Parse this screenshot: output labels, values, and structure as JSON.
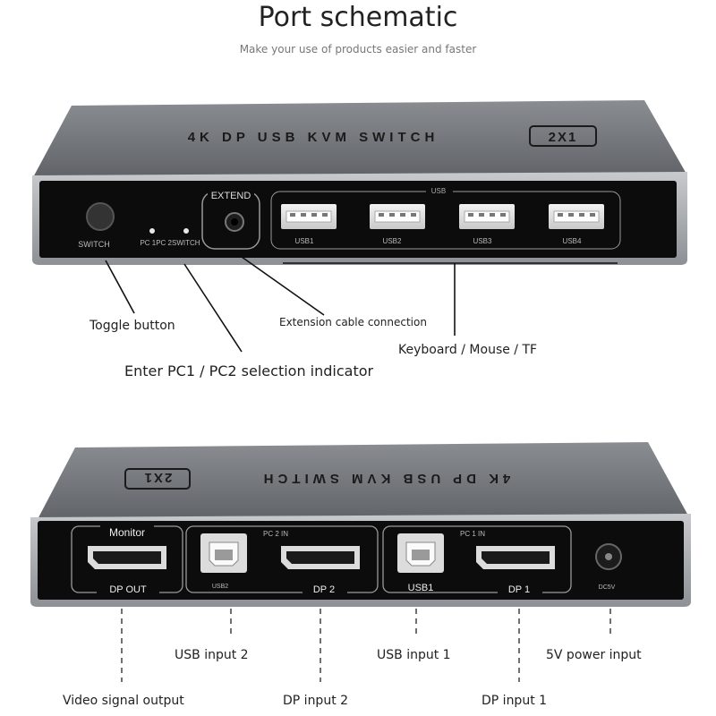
{
  "header": {
    "title": "Port schematic",
    "subtitle": "Make your use of products easier and faster"
  },
  "top_device": {
    "top_print": "4K DP USB KVM SWITCH",
    "badge": "2X1",
    "switch_label": "SWITCH",
    "led_label": "PC 1PC 2SWITCH",
    "extend_label": "EXTEND",
    "usb_group_label": "USB",
    "usb_ports": [
      "USB1",
      "USB2",
      "USB3",
      "USB4"
    ]
  },
  "top_callouts": {
    "toggle": "Toggle button",
    "extension": "Extension cable connection",
    "keyboard": "Keyboard / Mouse / TF",
    "indicator": "Enter PC1 / PC2 selection indicator"
  },
  "bottom_device": {
    "top_print": "4K DP USB KVM SWITCH",
    "badge": "2X1",
    "monitor_label": "Monitor",
    "dp_out": "DP OUT",
    "usb2": "USB2",
    "pc2_in": "PC 2 IN",
    "dp2": "DP 2",
    "usb1": "USB1",
    "pc1_in": "PC 1 IN",
    "dp1": "DP 1",
    "dc": "DC5V"
  },
  "bottom_callouts": {
    "usb_input_2": "USB input 2",
    "usb_input_1": "USB input 1",
    "power": "5V power input",
    "video_out": "Video signal output",
    "dp_input_2": "DP input 2",
    "dp_input_1": "DP input 1"
  }
}
